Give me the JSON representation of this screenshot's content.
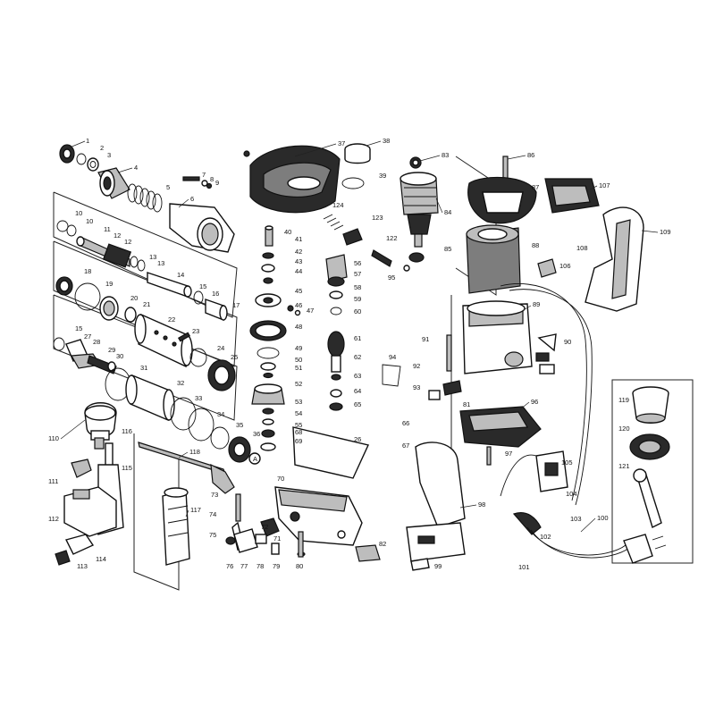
{
  "callouts": {
    "c1": "1",
    "c2": "2",
    "c3": "3",
    "c4": "4",
    "c5": "5",
    "c6": "6",
    "c7": "7",
    "c8": "8",
    "c9": "9",
    "c10a": "10",
    "c10b": "10",
    "c11": "11",
    "c12a": "12",
    "c12b": "12",
    "c13a": "13",
    "c13b": "13",
    "c14": "14",
    "c15a": "15",
    "c15b": "15",
    "c16": "16",
    "c17": "17",
    "c18": "18",
    "c19": "19",
    "c20": "20",
    "c21": "21",
    "c22": "22",
    "c23": "23",
    "c24": "24",
    "c25": "25",
    "c26": "26",
    "c27": "27",
    "c28": "28",
    "c29": "29",
    "c30": "30",
    "c31": "31",
    "c32": "32",
    "c33": "33",
    "c34": "34",
    "c35": "35",
    "c36": "36",
    "c37": "37",
    "c38": "38",
    "c39": "39",
    "c40": "40",
    "c41": "41",
    "c42": "42",
    "c43": "43",
    "c44": "44",
    "c45": "45",
    "c46": "46",
    "c47": "47",
    "c48": "48",
    "c49": "49",
    "c50": "50",
    "c51": "51",
    "c52": "52",
    "c53": "53",
    "c54": "54",
    "c55": "55",
    "c56": "56",
    "c57": "57",
    "c58": "58",
    "c59": "59",
    "c60": "60",
    "c61": "61",
    "c62": "62",
    "c63": "63",
    "c64": "64",
    "c65": "65",
    "c66": "66",
    "c67": "67",
    "c68": "68",
    "c69": "69",
    "c70": "70",
    "c71": "71",
    "c72": "72",
    "c73": "73",
    "c74": "74",
    "c75": "75",
    "c76": "76",
    "c77": "77",
    "c78": "78",
    "c79": "79",
    "c80": "80",
    "c81": "81",
    "c82": "82",
    "c83": "83",
    "c84": "84",
    "c85": "85",
    "c86": "86",
    "c87": "87",
    "c88": "88",
    "c89": "89",
    "c90": "90",
    "c91": "91",
    "c92": "92",
    "c93": "93",
    "c94": "94",
    "c95": "95",
    "c96": "96",
    "c97": "97",
    "c98": "98",
    "c99": "99",
    "c100": "100",
    "c101": "101",
    "c102": "102",
    "c103": "103",
    "c104": "104",
    "c105": "105",
    "c106": "106",
    "c107": "107",
    "c108": "108",
    "c109": "109",
    "c110": "110",
    "c111": "111",
    "c112": "112",
    "c113": "113",
    "c114": "114",
    "c115": "115",
    "c116": "116",
    "c117": "117",
    "c118": "118",
    "c119": "119",
    "c120": "120",
    "c121": "121",
    "c122": "122",
    "c123": "123",
    "c124": "124",
    "cA": "A"
  }
}
